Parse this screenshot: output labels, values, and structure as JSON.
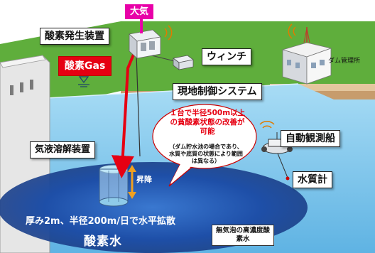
{
  "labels": {
    "atmosphere": "大気",
    "oxygen_generator": "酸素発生装置",
    "oxygen_gas": "酸素Gas",
    "winch": "ウィンチ",
    "dam_office": "ダム管理所",
    "control_system": "現地制御システム",
    "dissolver": "気液溶解装置",
    "updown": "昇降",
    "boat": "自動観測船",
    "quality_meter": "水質計"
  },
  "callout": {
    "main": "１台で半径500m以上の貧酸素状態の改善が可能",
    "sub": "（ダム貯水池の場合であり、水質や底質の状態により範囲は異なる）"
  },
  "water": {
    "diffusion": "厚み2m、半径200m/日で水平拡散",
    "oxygen_water": "酸素水",
    "note": "無気泡の高濃度酸素水"
  },
  "colors": {
    "grass": "#5aa33a",
    "soil": "#d9b68a",
    "water": "#7ec8ec",
    "oxygen_water": "#1e5bb8",
    "pipe_red": "#e60012",
    "arrow_orange": "#f0a020"
  },
  "icons": [
    "wifi-signal-icon",
    "radio-antenna-icon"
  ]
}
